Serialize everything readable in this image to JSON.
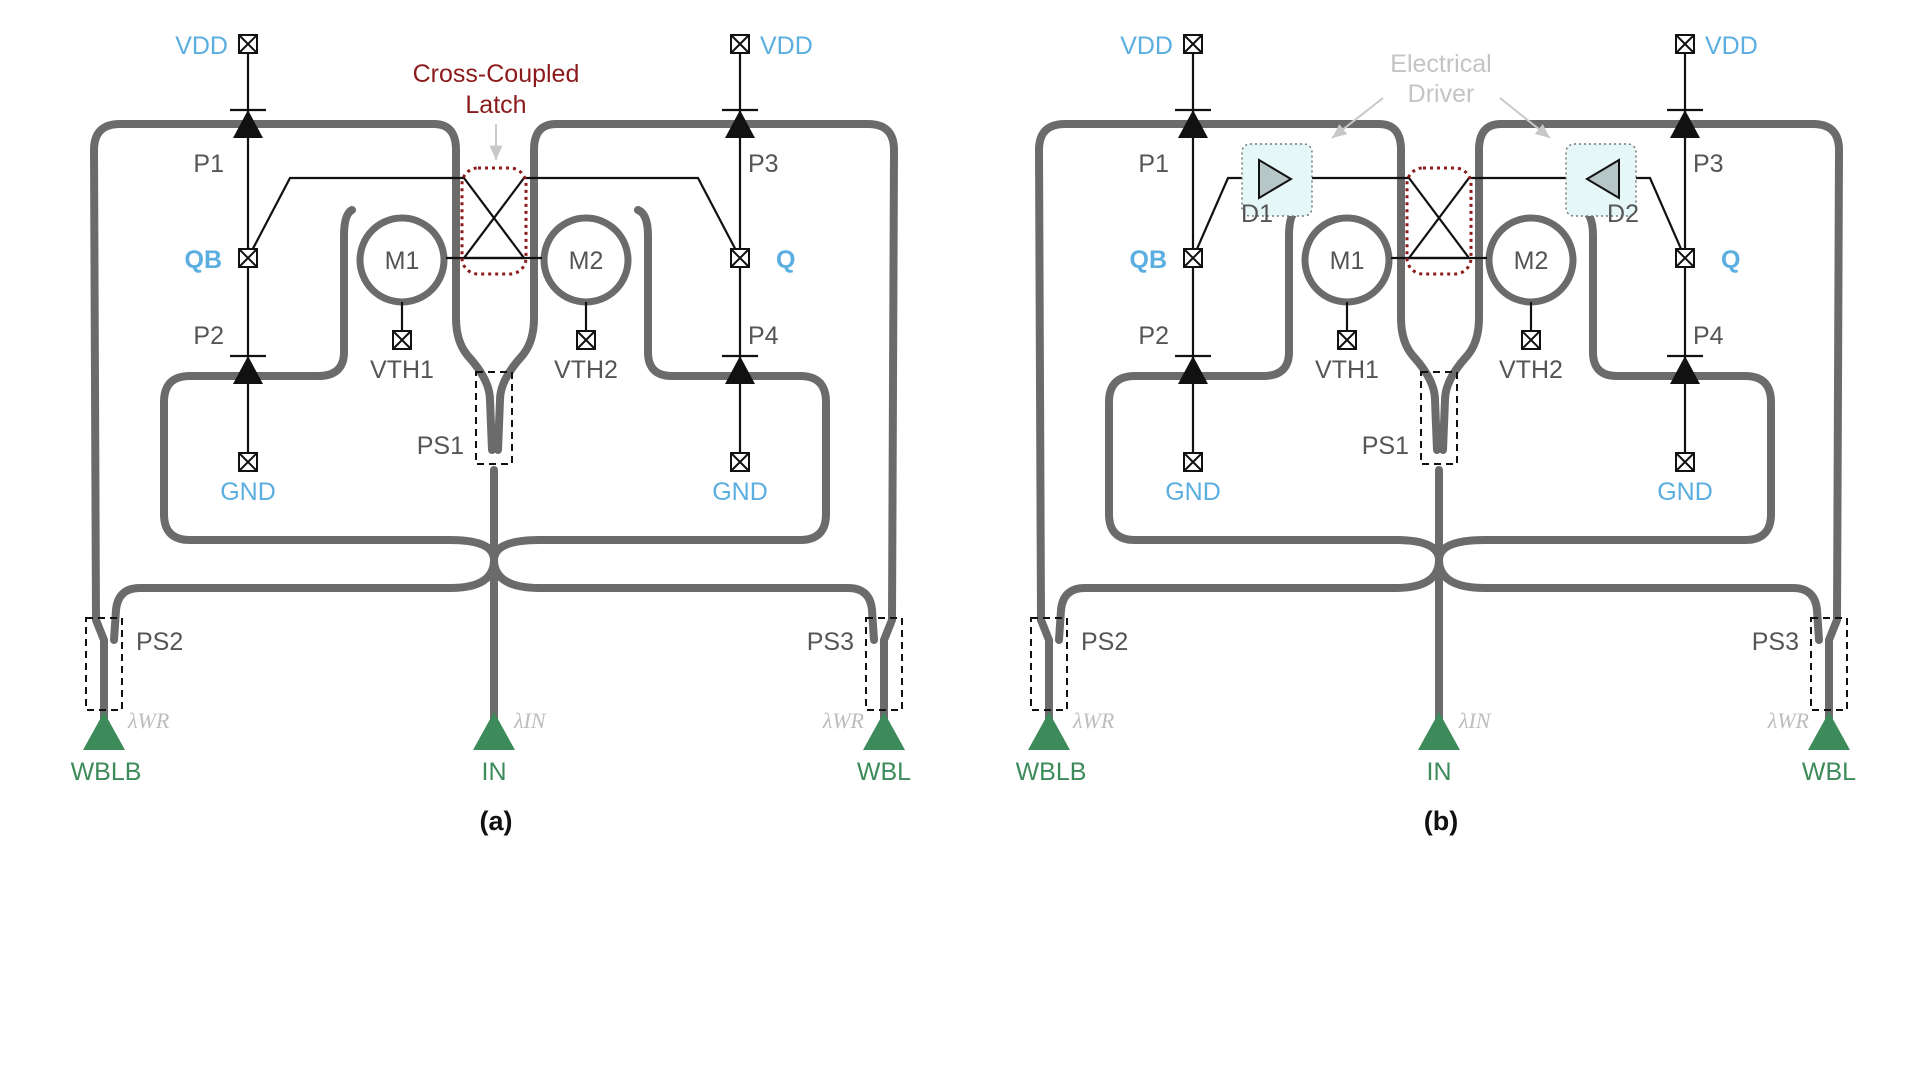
{
  "colors": {
    "waveguide": "#6b6b6b",
    "power_label": "#5aaee0",
    "port": "#3d8b5a",
    "latch": "#8b1a1a",
    "threshold": "#c4c4c4",
    "driver_fill": "#e6f7f7"
  },
  "panels": [
    {
      "caption": "(a)",
      "labels": {
        "vdd_left": "VDD",
        "vdd_right": "VDD",
        "gnd_left": "GND",
        "gnd_right": "GND",
        "qb": "QB",
        "q": "Q",
        "p1": "P1",
        "p2": "P2",
        "p3": "P3",
        "p4": "P4",
        "m1": "M1",
        "m2": "M2",
        "vth1": "VTH1",
        "vth2": "VTH2",
        "ps1": "PS1",
        "ps2": "PS2",
        "ps3": "PS3",
        "wblb": "WBLB",
        "in": "IN",
        "wbl": "WBL",
        "lambda_wr_left": "λWR",
        "lambda_in": "λIN",
        "lambda_wr_right": "λWR"
      },
      "latch_annotation": [
        "Cross-Coupled",
        "Latch"
      ]
    },
    {
      "caption": "(b)",
      "labels": {
        "vdd_left": "VDD",
        "vdd_right": "VDD",
        "gnd_left": "GND",
        "gnd_right": "GND",
        "qb": "QB",
        "q": "Q",
        "p1": "P1",
        "p2": "P2",
        "p3": "P3",
        "p4": "P4",
        "m1": "M1",
        "m2": "M2",
        "vth1": "VTH1",
        "vth2": "VTH2",
        "ps1": "PS1",
        "ps2": "PS2",
        "ps3": "PS3",
        "wblb": "WBLB",
        "in": "IN",
        "wbl": "WBL",
        "lambda_wr_left": "λWR",
        "lambda_in": "λIN",
        "lambda_wr_right": "λWR",
        "d1": "D1",
        "d2": "D2"
      },
      "driver_annotation": [
        "Electrical",
        "Driver"
      ]
    }
  ]
}
